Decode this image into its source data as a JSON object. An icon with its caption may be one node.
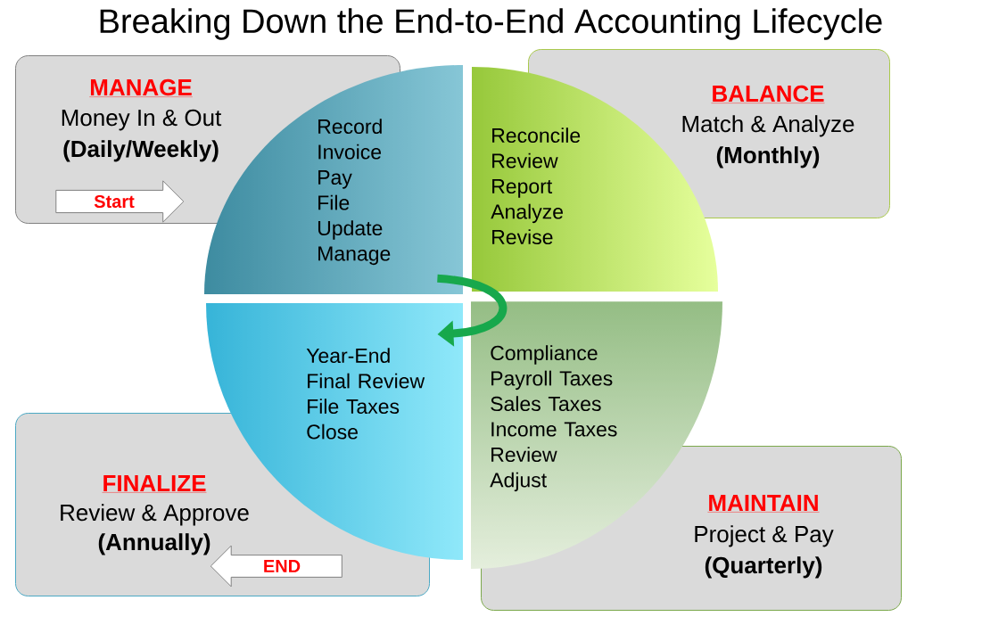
{
  "diagram": {
    "title": "Breaking Down the End-to-End Accounting Lifecycle",
    "nodes": [
      {
        "text": [
          "MANAGE",
          "Money In & Out",
          "(Daily/Weekly)"
        ]
      },
      {
        "text": [
          "Start"
        ],
        "in": 0
      },
      {
        "text": [
          "Record",
          "Invoice",
          "Pay",
          "File",
          "Update",
          "Manage"
        ]
      },
      {
        "text": [
          "BALANCE",
          "Match & Analyze",
          "(Monthly)"
        ]
      },
      {
        "text": [
          "Reconcile",
          "Review",
          "Report",
          "Analyze",
          "Revise"
        ]
      },
      {
        "text": [
          "Year-End",
          "Final Review",
          "File Taxes",
          "Close"
        ]
      },
      {
        "text": [
          "FINALIZE",
          "Review & Approve",
          "(Annually)"
        ]
      },
      {
        "text": [
          "END"
        ],
        "in": 6
      },
      {
        "text": [
          "Compliance",
          "Payroll Taxes",
          "Sales Taxes",
          "Income Taxes",
          "Review",
          "Adjust"
        ]
      },
      {
        "text": [
          "MAINTAIN",
          "Project & Pay",
          "(Quarterly)"
        ]
      }
    ],
    "edges": [
      {
        "from": 2,
        "to": 5,
        "arrow": "to",
        "color": "#17a84c"
      }
    ]
  }
}
